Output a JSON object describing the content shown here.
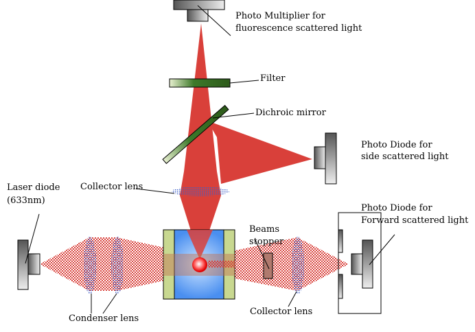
{
  "labels": {
    "pmt_line1": "Photo Multiplier for",
    "pmt_line2": "fluorescence scattered light",
    "filter": "Filter",
    "dichroic": "Dichroic mirror",
    "side_line1": "Photo Diode for",
    "side_line2": "side scattered light",
    "collector_top": "Collector lens",
    "laser_line1": "Laser diode",
    "laser_line2": "(633nm)",
    "stopper_line1": "Beams",
    "stopper_line2": "stopper",
    "forward_line1": "Photo Diode for",
    "forward_line2": "Forward scattered light",
    "condenser": "Condenser lens",
    "collector_bottom": "Collector lens"
  },
  "colors": {
    "beam": "#d9403a",
    "cell_blue": "#5aa0f0",
    "cell_side": "#c8d890",
    "filter": "#3d7a2a",
    "lens": "#4a6ad0"
  }
}
